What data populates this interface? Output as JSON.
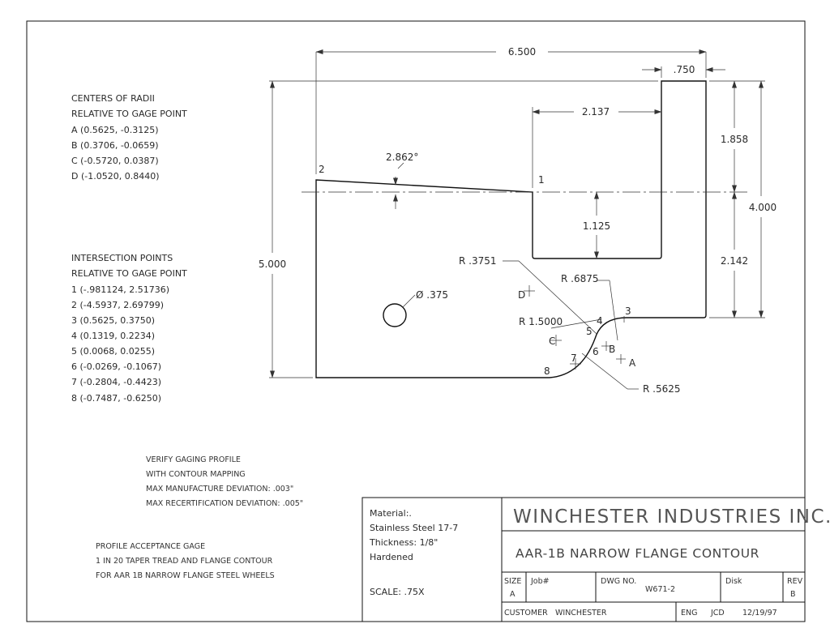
{
  "notes": {
    "radii_heading": [
      "CENTERS OF RADII",
      "RELATIVE TO GAGE POINT"
    ],
    "radii": [
      "A  (0.5625, -0.3125)",
      "B  (0.3706, -0.0659)",
      "C  (-0.5720, 0.0387)",
      "D  (-1.0520, 0.8440)"
    ],
    "intersect_heading": [
      "INTERSECTION POINTS",
      "RELATIVE TO GAGE POINT"
    ],
    "intersections": [
      "1  (-.981124, 2.51736)",
      "2  (-4.5937, 2.69799)",
      "3  (0.5625, 0.3750)",
      "4  (0.1319, 0.2234)",
      "5  (0.0068, 0.0255)",
      "6  (-0.0269, -0.1067)",
      "7  (-0.2804, -0.4423)",
      "8  (-0.7487, -0.6250)"
    ],
    "verify": [
      "VERIFY GAGING PROFILE",
      "WITH CONTOUR MAPPING",
      "MAX MANUFACTURE DEVIATION: .003\"",
      "MAX RECERTIFICATION DEVIATION: .005\""
    ],
    "acceptance": [
      "PROFILE ACCEPTANCE GAGE",
      "1 IN 20 TAPER TREAD AND FLANGE CONTOUR",
      "FOR AAR 1B NARROW FLANGE STEEL WHEELS"
    ]
  },
  "dims": {
    "overall_width": "6.500",
    "flange_width": ".750",
    "slot_width": "2.137",
    "right_top": "1.858",
    "right_total": "4.000",
    "right_lower": "2.142",
    "left_height": "5.000",
    "slot_depth": "1.125",
    "taper_angle": "2.862°",
    "hole": "Ø .375",
    "r_3751": "R .3751",
    "r_6875": "R .6875",
    "r_15000": "R 1.5000",
    "r_5625": "R .5625"
  },
  "points": {
    "p1": "1",
    "p2": "2",
    "p3": "3",
    "p4": "4",
    "p5": "5",
    "p6": "6",
    "p7": "7",
    "p8": "8",
    "A": "A",
    "B": "B",
    "C": "C",
    "D": "D"
  },
  "title_block": {
    "material_lines": [
      "Material:.",
      "Stainless Steel 17-7",
      "Thickness: 1/8\"",
      "Hardened"
    ],
    "scale": "SCALE: .75X",
    "company": "WINCHESTER INDUSTRIES INC.",
    "drawing_title": "AAR-1B NARROW FLANGE CONTOUR",
    "size_label": "SIZE",
    "size_value": "A",
    "job_label": "Job#",
    "dwg_label": "DWG NO.",
    "dwg_value": "W671-2",
    "disk_label": "Disk",
    "rev_label": "REV",
    "rev_value": "B",
    "customer_label": "CUSTOMER",
    "customer_value": "WINCHESTER",
    "eng_label": "ENG",
    "eng_value": "JCD",
    "date": "12/19/97"
  }
}
